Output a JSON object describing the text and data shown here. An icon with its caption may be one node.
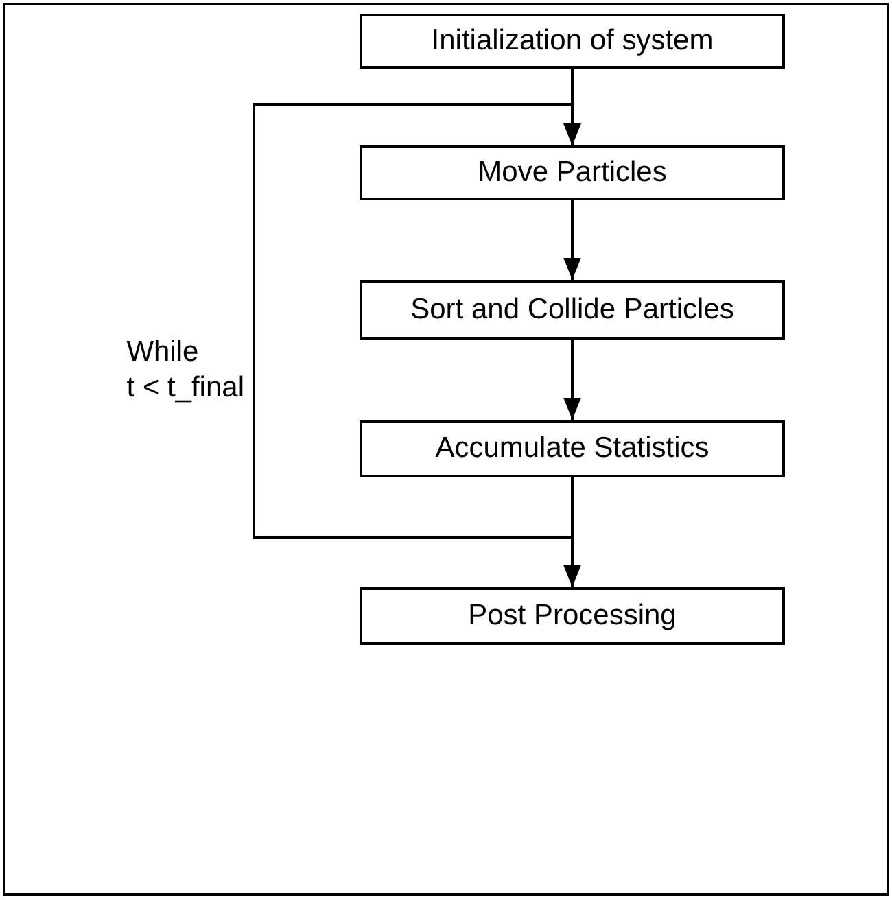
{
  "diagram": {
    "nodes": [
      {
        "text": [
          "Initialization of system"
        ]
      },
      {
        "text": [
          "Move Particles"
        ]
      },
      {
        "text": [
          "Sort and Collide Particles"
        ]
      },
      {
        "text": [
          "Accumulate Statistics"
        ]
      },
      {
        "text": [
          "Post Processing"
        ]
      }
    ],
    "edges": [
      {
        "from": 0,
        "to": 1,
        "arrow": "to"
      },
      {
        "from": 1,
        "to": 2,
        "arrow": "to"
      },
      {
        "from": 2,
        "to": 3,
        "arrow": "to"
      },
      {
        "from": 3,
        "to": 4,
        "arrow": "to"
      },
      {
        "from": 3,
        "to": 1,
        "arrow": "to",
        "label": "While t < t_final"
      }
    ]
  }
}
